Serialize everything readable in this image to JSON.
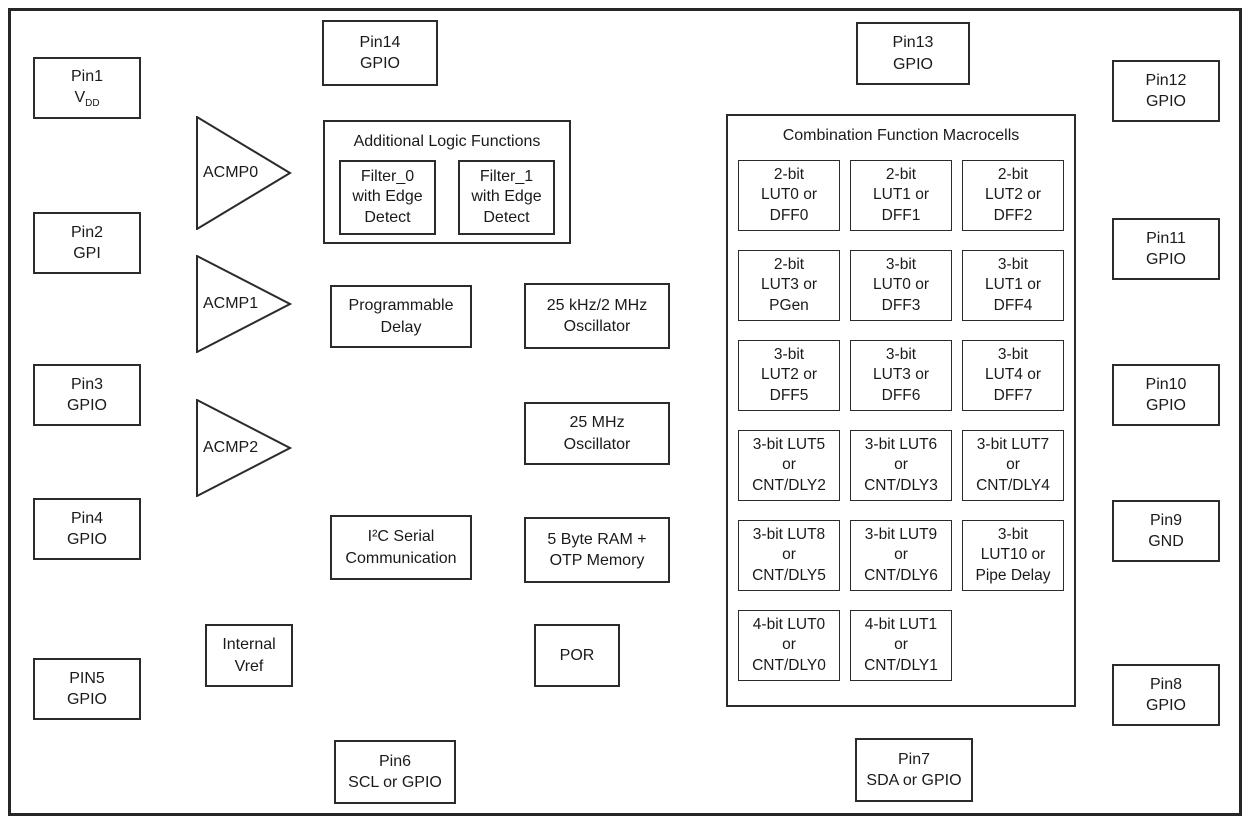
{
  "pins": {
    "pin1": {
      "line1": "Pin1",
      "v": "V",
      "dd": "DD"
    },
    "pin2": "Pin2\nGPI",
    "pin3": "Pin3\nGPIO",
    "pin4": "Pin4\nGPIO",
    "pin5": "PIN5\nGPIO",
    "pin6": "Pin6\nSCL or GPIO",
    "pin7": "Pin7\nSDA or GPIO",
    "pin8": "Pin8\nGPIO",
    "pin9": "Pin9\nGND",
    "pin10": "Pin10\nGPIO",
    "pin11": "Pin11\nGPIO",
    "pin12": "Pin12\nGPIO",
    "pin13": "Pin13\nGPIO",
    "pin14": "Pin14\nGPIO"
  },
  "comparators": [
    "ACMP0",
    "ACMP1",
    "ACMP2"
  ],
  "logic": {
    "title": "Additional Logic Functions",
    "filter0": "Filter_0\nwith Edge\nDetect",
    "filter1": "Filter_1\nwith Edge\nDetect"
  },
  "blocks": {
    "prog_delay": "Programmable\nDelay",
    "osc_khz": "25 kHz/2 MHz\nOscillator",
    "osc_mhz": "25 MHz\nOscillator",
    "i2c": "I²C Serial\nCommunication",
    "ram": "5 Byte RAM +\nOTP Memory",
    "vref": "Internal\nVref",
    "por": "POR"
  },
  "macrocells": {
    "title": "Combination Function Macrocells",
    "cells": [
      "2-bit\nLUT0 or\nDFF0",
      "2-bit\nLUT1 or\nDFF1",
      "2-bit\nLUT2 or\nDFF2",
      "2-bit\nLUT3 or\nPGen",
      "3-bit\nLUT0 or\nDFF3",
      "3-bit\nLUT1 or\nDFF4",
      "3-bit\nLUT2 or\nDFF5",
      "3-bit\nLUT3 or\nDFF6",
      "3-bit\nLUT4 or\nDFF7",
      "3-bit LUT5\nor\nCNT/DLY2",
      "3-bit LUT6\nor\nCNT/DLY3",
      "3-bit LUT7\nor\nCNT/DLY4",
      "3-bit LUT8\nor\nCNT/DLY5",
      "3-bit LUT9\nor\nCNT/DLY6",
      "3-bit\nLUT10 or\nPipe Delay",
      "4-bit LUT0\nor\nCNT/DLY0",
      "4-bit LUT1\nor\nCNT/DLY1"
    ]
  }
}
